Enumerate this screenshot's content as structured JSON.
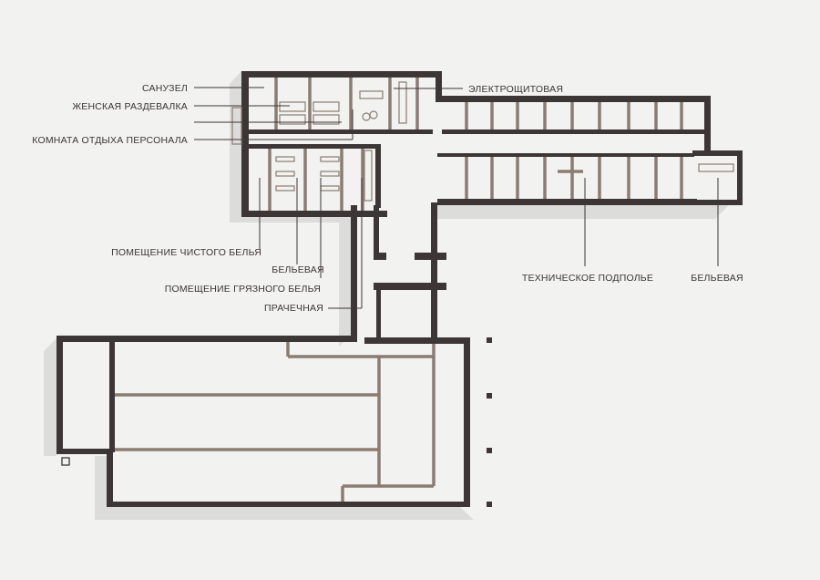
{
  "title": "План подвала",
  "labels": {
    "sanuzel": "САНУЗЕЛ",
    "women_locker": "ЖЕНСКАЯ РАЗДЕВАЛКА",
    "staff_rest": "КОМНАТА ОТДЫХА ПЕРСОНАЛА",
    "electrical": "ЭЛЕКТРОЩИТОВАЯ",
    "clean_linen": "ПОМЕЩЕНИЕ ЧИСТОГО БЕЛЬЯ",
    "linen_room_1": "БЕЛЬЕВАЯ",
    "dirty_linen": "ПОМЕЩЕНИЕ ГРЯЗНОГО БЕЛЬЯ",
    "laundry": "ПРАЧЕЧНАЯ",
    "tech_underfloor": "ТЕХНИЧЕСКОЕ ПОДПОЛЬЕ",
    "linen_room_2": "БЕЛЬЕВАЯ"
  },
  "colors": {
    "background": "#f2f2f0",
    "wall": "#3d3636",
    "partition": "#8b7c72",
    "shadow": "#dcdcda"
  }
}
